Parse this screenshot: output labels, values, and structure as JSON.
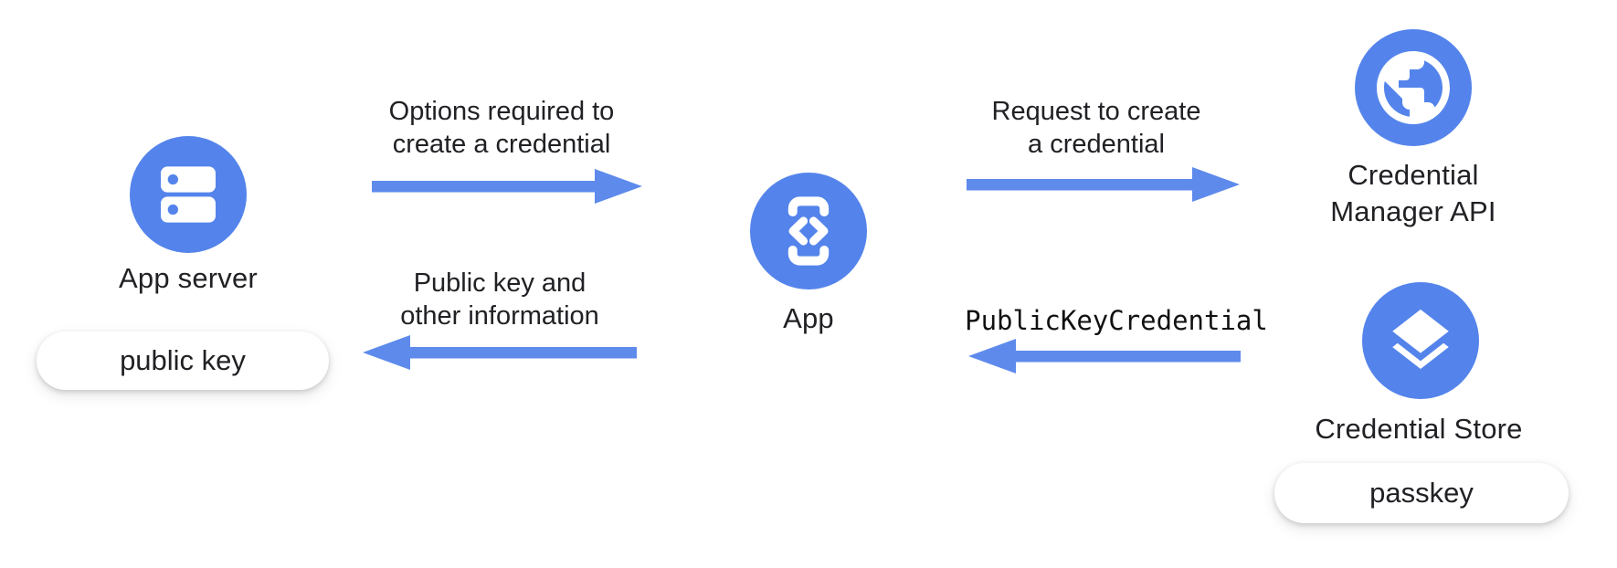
{
  "colors": {
    "background": "#FFFFFF",
    "accent": "#5484EB",
    "arrow": "#5E8AEC",
    "text": "#202124",
    "pill_bg": "#FFFFFF"
  },
  "nodes": {
    "app_server": {
      "label": "App server",
      "icon": "server-icon",
      "badge": "public key"
    },
    "app": {
      "label": "App",
      "icon": "phone-code-icon"
    },
    "credential_manager": {
      "label": "Credential\nManager API",
      "icon": "globe-icon"
    },
    "credential_store": {
      "label": "Credential Store",
      "icon": "layers-icon",
      "badge": "passkey"
    }
  },
  "arrows": {
    "options": {
      "label": "Options required to\ncreate a credential",
      "direction": "right",
      "from": "App server",
      "to": "App"
    },
    "public_key_info": {
      "label": "Public key and\nother information",
      "direction": "left",
      "from": "App",
      "to": "App server"
    },
    "request_create": {
      "label": "Request to create\na credential",
      "direction": "right",
      "from": "App",
      "to": "Credential Manager API"
    },
    "public_key_credential": {
      "label": "PublicKeyCredential",
      "direction": "left",
      "from": "Credential Store",
      "to": "App",
      "font": "monospace"
    }
  }
}
